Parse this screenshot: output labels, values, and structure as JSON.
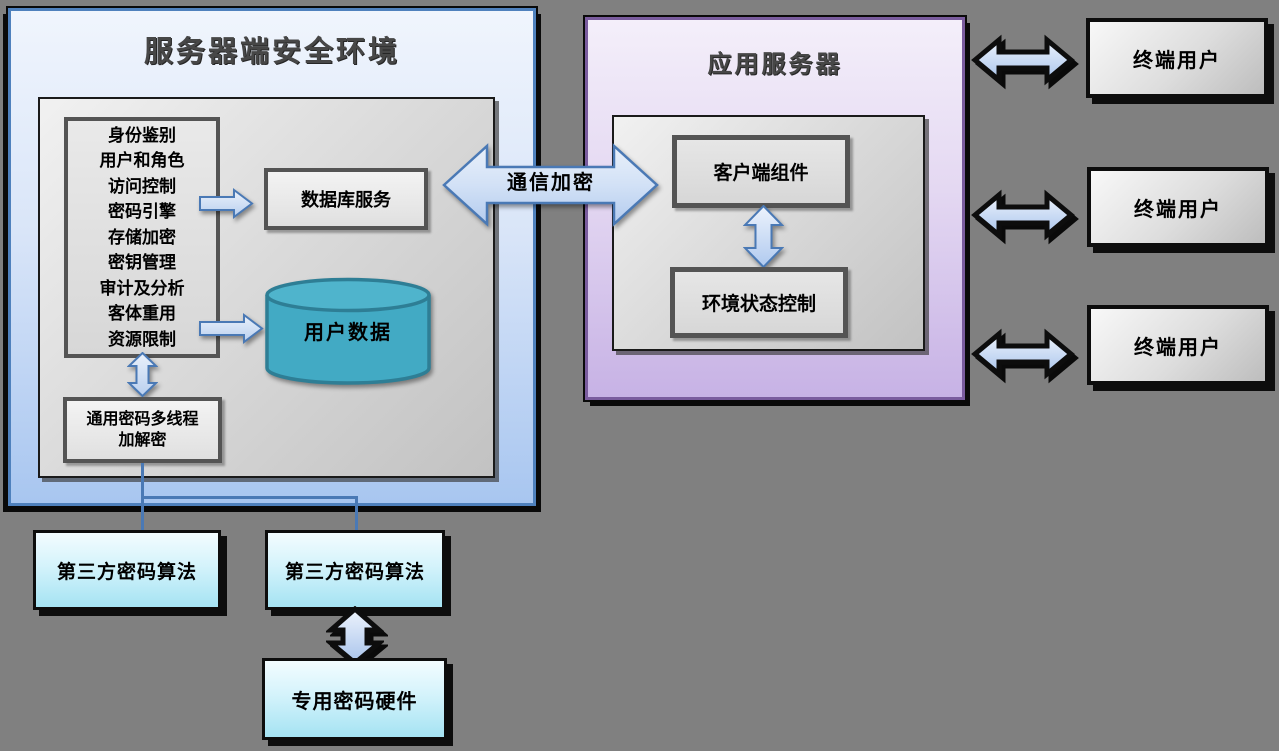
{
  "diagram_title_note": "server security environment architecture diagram",
  "server_env": {
    "title": "服务器端安全环境",
    "modules": [
      "身份鉴别",
      "用户和角色",
      "访问控制",
      "密码引擎",
      "存储加密",
      "密钥管理",
      "审计及分析",
      "客体重用",
      "资源限制"
    ],
    "db_service_label": "数据库服务",
    "user_data_label": "用户数据",
    "crypto_line1": "通用密码多线程",
    "crypto_line2": "加解密"
  },
  "comm_arrow": {
    "label": "通信加密"
  },
  "app_server": {
    "title": "应用服务器",
    "client_component_label": "客户端组件",
    "env_control_label": "环境状态控制"
  },
  "end_users": [
    "终端用户",
    "终端用户",
    "终端用户"
  ],
  "third_party_boxes": [
    "第三方密码算法",
    "第三方密码算法"
  ],
  "hardware_box": {
    "label": "专用密码硬件"
  },
  "colors": {
    "page_background": "#808080",
    "server_env_fill_top": "#F0F5FD",
    "server_env_fill_bottom": "#A8C6F0",
    "server_env_border": "#4F81BD",
    "app_server_fill_top": "#F4EFFA",
    "app_server_fill_bottom": "#C7B2E5",
    "app_server_border": "#7A5C9E",
    "inner_panel_fill": "#D9D9D9",
    "node_border_gray": "#545454",
    "cylinder_fill": "#42AAC4",
    "cylinder_border": "#2E7E95",
    "cyan_box_fill": "#A5E3F3",
    "blue_arrow_fill": "#C9DAF2",
    "blue_arrow_border": "#4A79B5",
    "black_outline": "#0d0d0d",
    "title_text": "#474747"
  }
}
